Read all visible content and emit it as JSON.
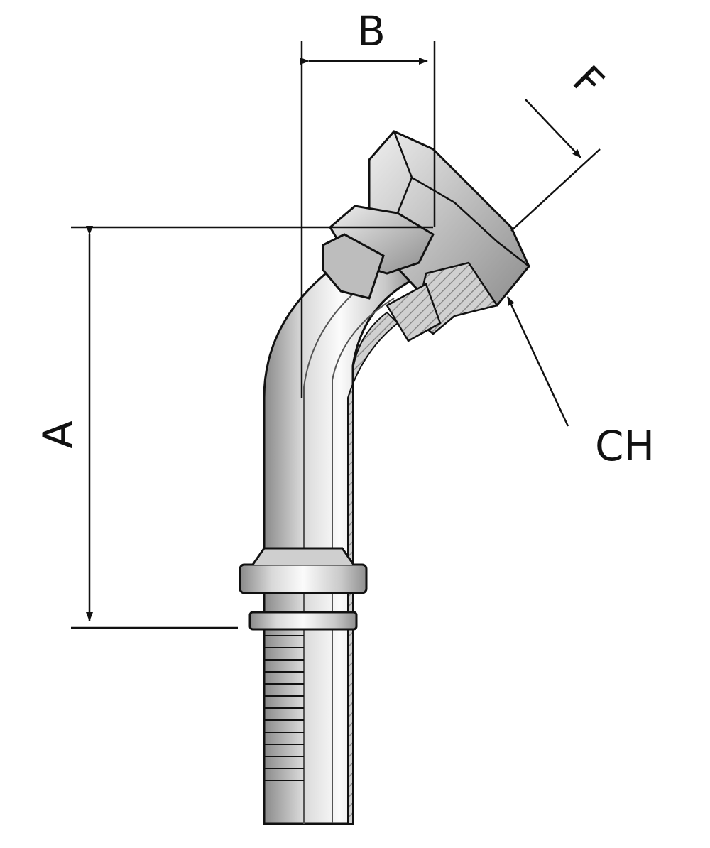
{
  "labels": {
    "a": "A",
    "b": "B",
    "f": "F",
    "ch": "CH"
  },
  "colors": {
    "line": "#111111",
    "metal_light": "#f2f2f2",
    "metal_mid": "#c4c4c4",
    "metal_dark": "#7a7a7a",
    "section_hatch": "#9a9a9a",
    "background": "#ffffff"
  }
}
